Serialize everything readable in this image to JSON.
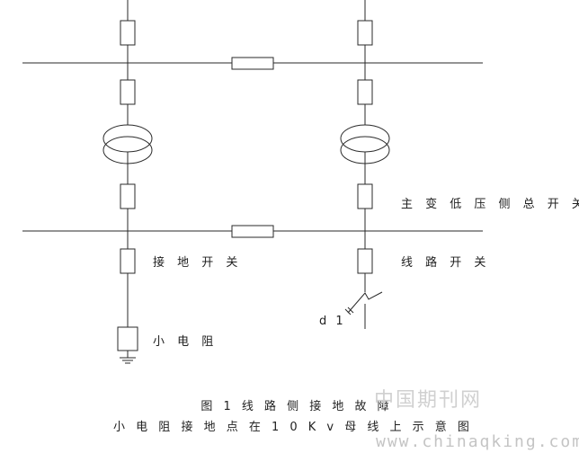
{
  "labels": {
    "main_transformer_low_side_switch": "主 变 低 压 侧 总 开 关",
    "grounding_switch": "接 地 开 关",
    "line_switch": "线 路 开 关",
    "small_resistor": "小 电 阻",
    "fault_point": "d 1"
  },
  "caption": {
    "line1": "图 1 线 路 侧 接 地 故 障",
    "line2": "小 电 阻 接 地 点 在 1 0 K v 母 线 上 示 意 图"
  },
  "watermark": {
    "cn": "中国期刊网",
    "en": "www.chinaqking.com"
  }
}
